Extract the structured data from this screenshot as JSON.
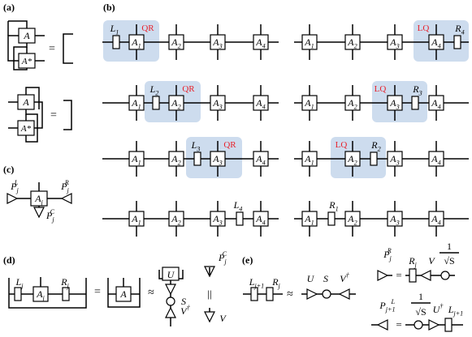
{
  "panels": {
    "a": "(a)",
    "b": "(b)",
    "c": "(c)",
    "d": "(d)",
    "e": "(e)"
  },
  "symbols": {
    "A": "A",
    "Astar": "A*",
    "QR": "QR",
    "LQ": "LQ",
    "S": "S",
    "U": "U",
    "V": "V",
    "eq": "=",
    "approx": "≈",
    "parallel": "||",
    "one": "1",
    "sqrtS": "√S"
  },
  "tensor_labels": [
    "A1",
    "A2",
    "A3",
    "A4"
  ],
  "left_sweep_labels": [
    "L1",
    "L2",
    "L3",
    "L4"
  ],
  "right_sweep_labels": [
    "R4",
    "R3",
    "R2",
    "R1"
  ],
  "panel_c": {
    "PL": "PjL",
    "PR": "PjR",
    "PC": "PjC",
    "A": "Aj"
  },
  "panel_d": {
    "L": "Lj",
    "A": "Aj",
    "R": "Rj",
    "PC": "PjC",
    "Vdag": "V†"
  },
  "panel_e": {
    "Lj1": "Lj+1",
    "Rj": "Rj",
    "U": "U",
    "S": "S",
    "Vdag": "V†",
    "PR": "PjR",
    "PL": "Pj+1L",
    "V": "V",
    "Udag": "U†"
  },
  "colors": {
    "highlight": "#cddcee",
    "accent": "#e8202a",
    "ink": "#000000"
  }
}
